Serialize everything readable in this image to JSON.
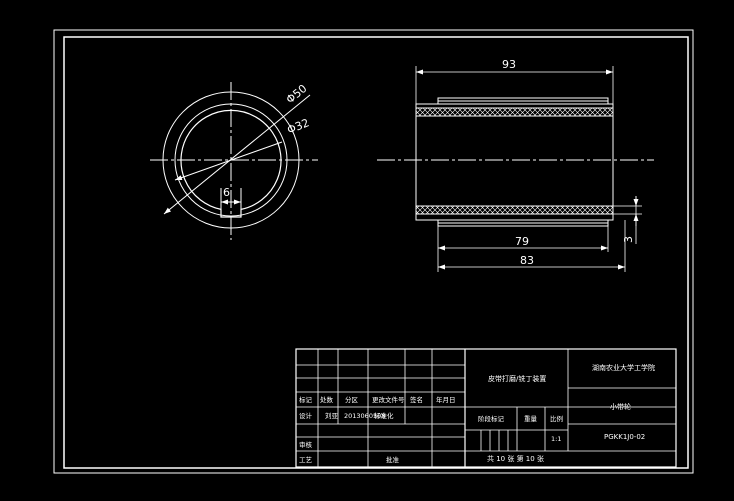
{
  "drawing": {
    "dims": {
      "outer_diameter": "Φ50",
      "inner_diameter": "Φ32",
      "key_width": "6",
      "overall_length": "93",
      "inner_length": "79",
      "body_length": "83",
      "wall_step": "3"
    },
    "title_block": {
      "row_labels": {
        "mark": "标记",
        "count": "处数",
        "zone": "分区",
        "change_doc": "更改文件号",
        "signature": "签名",
        "date": "年月日",
        "design": "设计",
        "designer": "刘亚",
        "designer_id": "2013060508",
        "standardize": "标准化",
        "review": "审核",
        "process": "工艺",
        "approve": "批准"
      },
      "stage_mark": "阶段标记",
      "weight": "重量",
      "scale_label": "比例",
      "scale": "1:1",
      "project_title": "皮带打磨/铣丁装置",
      "school": "湖南农业大学工学院",
      "part_name": "小带轮",
      "drawing_no": "PGKK1J0-02",
      "sheets": "共 10 张  第 10 张"
    }
  }
}
